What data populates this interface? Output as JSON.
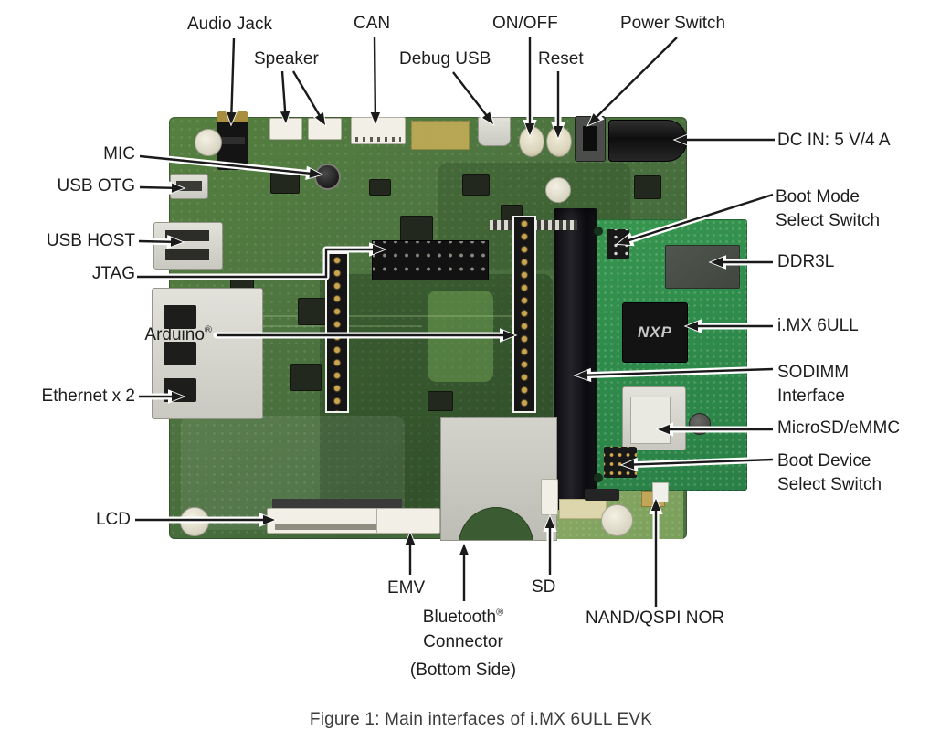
{
  "figure": {
    "caption": "Figure 1: Main interfaces of i.MX 6ULL EVK",
    "board_name": "i.MX 6ULL EVK"
  },
  "callouts": {
    "audio_jack": "Audio Jack",
    "speaker": "Speaker",
    "can": "CAN",
    "debug_usb": "Debug USB",
    "on_off": "ON/OFF",
    "reset": "Reset",
    "power_switch": "Power Switch",
    "dc_in": "DC IN: 5 V/4 A",
    "mic": "MIC",
    "usb_otg": "USB OTG",
    "usb_host": "USB HOST",
    "jtag": "JTAG",
    "arduino": "Arduino",
    "ethernet": "Ethernet x 2",
    "lcd": "LCD",
    "emv": "EMV",
    "sd": "SD",
    "bluetooth_name": "Bluetooth",
    "bluetooth_line2": "Connector",
    "bluetooth_line3": "(Bottom Side)",
    "nand": "NAND/QSPI NOR",
    "boot_mode_1": "Boot Mode",
    "boot_mode_2": "Select Switch",
    "ddr3l": "DDR3L",
    "imx": "i.MX 6ULL",
    "sodimm_1": "SODIMM",
    "sodimm_2": "Interface",
    "microsd": "MicroSD/eMMC",
    "boot_device_1": "Boot Device",
    "boot_device_2": "Select Switch",
    "reg_mark": "®"
  },
  "chip": {
    "logo": "NXP"
  },
  "colors": {
    "background": "#ffffff",
    "main_board_green": "#4e7540",
    "cpu_module_green": "#2f8b4c",
    "label_text": "#1d1d1d",
    "arrow": "#1a1a1a"
  }
}
